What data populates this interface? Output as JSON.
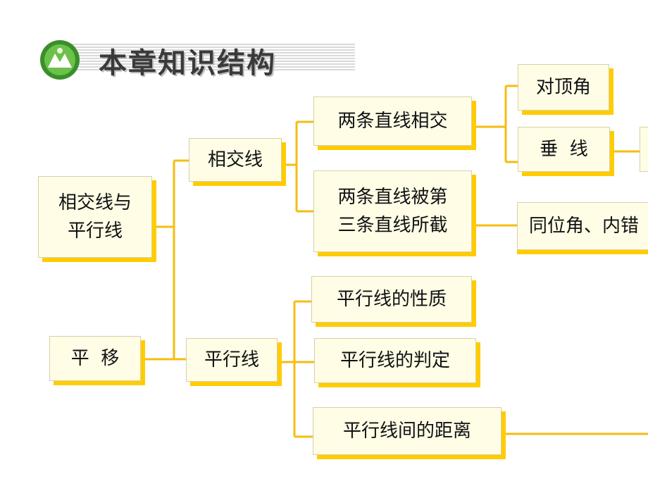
{
  "header": {
    "title": "本章知识结构"
  },
  "nodes": {
    "root_line1": "相交线与",
    "root_line2": "平行线",
    "translation": "平  移",
    "intersecting": "相交线",
    "parallel": "平行线",
    "two_lines_intersect": "两条直线相交",
    "transversal_line1": "两条直线被第",
    "transversal_line2": "三条直线所截",
    "vertical_angles": "对顶角",
    "perpendicular": "垂  线",
    "angles_partial": "同位角、内错",
    "parallel_properties": "平行线的性质",
    "parallel_criteria": "平行线的判定",
    "parallel_distance": "平行线间的距离"
  },
  "colors": {
    "connector": "#f5bd10",
    "shadow": "#ffcc00",
    "box_fill": "#fffde6"
  }
}
